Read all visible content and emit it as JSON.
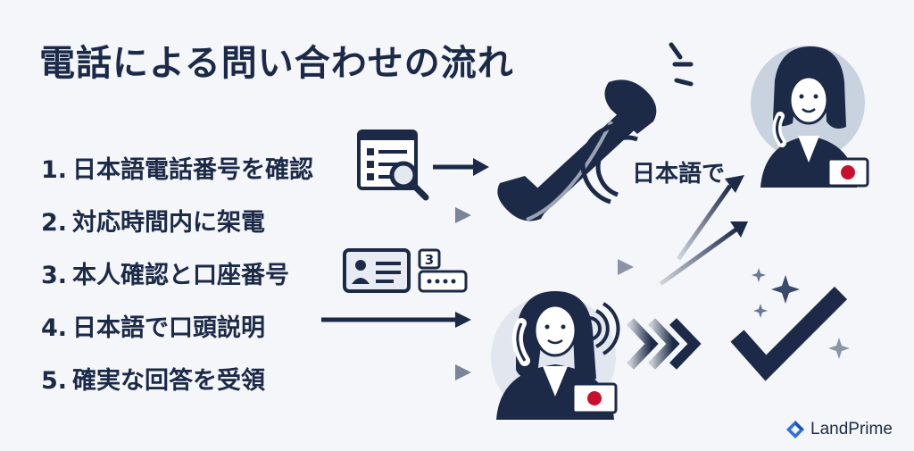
{
  "title": "電話による問い合わせの流れ",
  "steps": [
    {
      "num": "1.",
      "label": "日本語電話番号を確認"
    },
    {
      "num": "2.",
      "label": "対応時間内に架電"
    },
    {
      "num": "3.",
      "label": "本人確認と口座番号"
    },
    {
      "num": "4.",
      "label": "日本語で口頭説明"
    },
    {
      "num": "5.",
      "label": "確実な回答を受領"
    }
  ],
  "speech_label": "日本語で",
  "id_badge_number": "3",
  "brand": "LandPrime",
  "colors": {
    "navy": "#1c2a48",
    "background": "#f4f6f9",
    "flag_red": "#c8102e",
    "brand_blue": "#2f6fe0"
  }
}
